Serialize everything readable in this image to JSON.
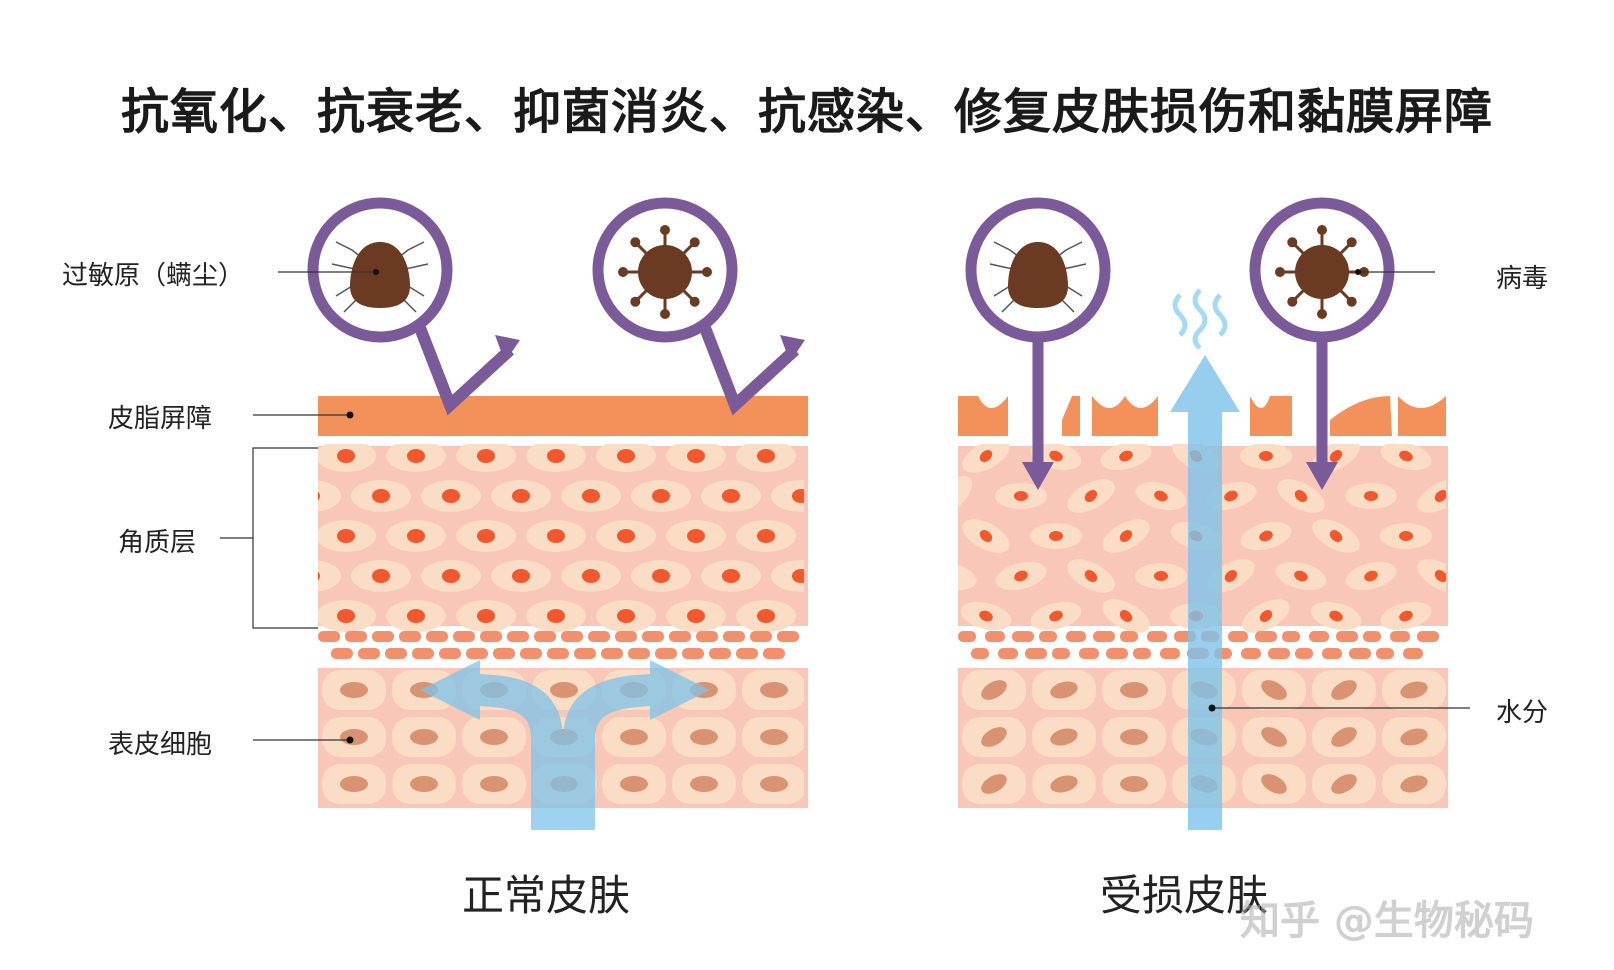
{
  "title": "抗氧化、抗衰老、抑菌消炎、抗感染、修复皮肤损伤和黏膜屏障",
  "labels": {
    "allergen": "过敏原（螨尘）",
    "sebum_barrier": "皮脂屏障",
    "stratum_corneum": "角质层",
    "epidermal_cells": "表皮细胞",
    "virus": "病毒",
    "moisture": "水分"
  },
  "captions": {
    "normal": "正常皮肤",
    "damaged": "受损皮肤"
  },
  "watermark": "知乎 @生物秘码",
  "colors": {
    "sebum": "#f3915a",
    "cell_bg": "#f8c7b8",
    "cell": "#fbdcc4",
    "nucleus": "#f2572e",
    "epi_nucleus": "#d99372",
    "ring": "#7a5a99",
    "mite": "#6b3a22",
    "water": "#7ec3ea"
  }
}
